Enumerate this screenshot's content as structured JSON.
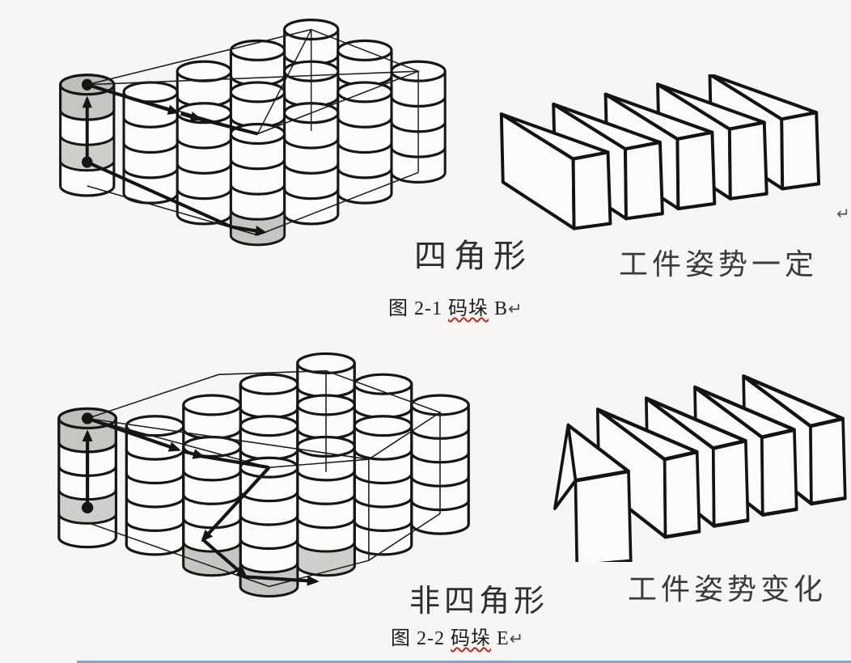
{
  "figure1": {
    "shape_label": "四角形",
    "posture_label": "工件姿势一定",
    "caption_prefix": "图 2-1 ",
    "caption_word": "码垛",
    "caption_suffix": " B",
    "return_mark": "↵",
    "margin_return_mark": "↵"
  },
  "figure2": {
    "shape_label": "非四角形",
    "posture_label": "工件姿势变化",
    "caption_prefix": "图 2-2 ",
    "caption_word": "码垛",
    "caption_suffix": " E",
    "return_mark": "↵"
  },
  "colors": {
    "ink": "#1a1a1a",
    "cylinder_fill": "#fcfcfb",
    "gray_fill": "#c2c1bf",
    "gray_fill_light": "#cfcecb",
    "background": "#f7f6f4",
    "spellcheck_red": "#c42a1c",
    "bottom_rule_blue": "#7fa3df"
  }
}
